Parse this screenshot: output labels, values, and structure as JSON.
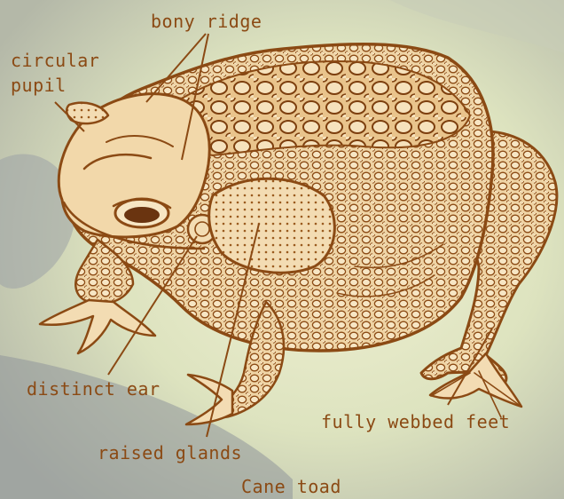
{
  "colors": {
    "ink": "#8b4a14",
    "body_fill": "#f0d5a8",
    "bg_light": "#e2e8c4",
    "bg_gray": "#8e949a"
  },
  "labels": {
    "bony_ridge": "bony ridge",
    "circular_pupil_line1": "circular",
    "circular_pupil_line2": "pupil",
    "distinct_ear": "distinct ear",
    "raised_glands": "raised glands",
    "fully_webbed_feet": "fully webbed feet",
    "caption": "Cane toad"
  }
}
